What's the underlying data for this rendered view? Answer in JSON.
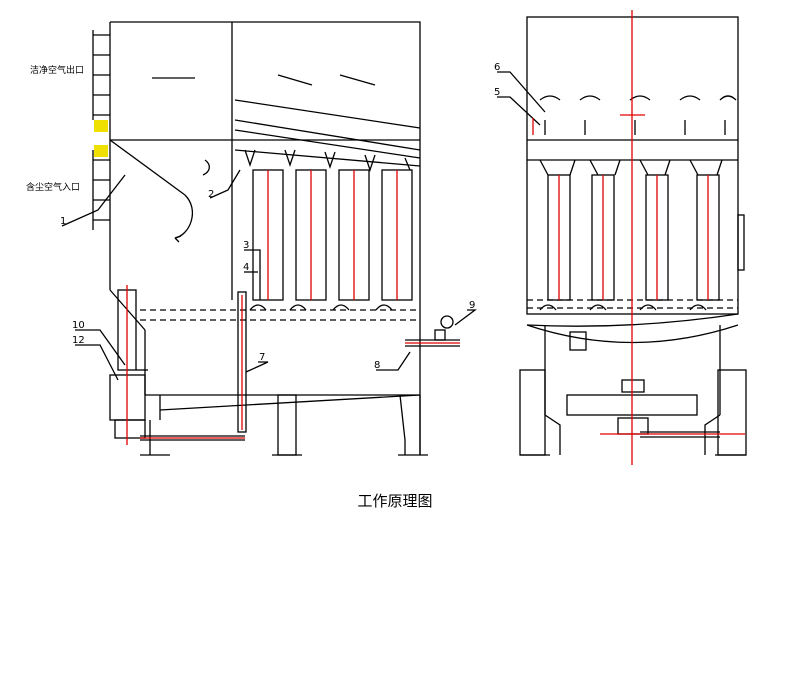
{
  "caption": "工作原理图",
  "labels": {
    "outlet": "洁净空气出口",
    "inlet": "含尘空气入口",
    "n1": "1",
    "n2": "2",
    "n3": "3",
    "n4": "4",
    "n5": "5",
    "n6": "6",
    "n7": "7",
    "n8": "8",
    "n9": "9",
    "n10": "10",
    "n12": "12"
  },
  "colors": {
    "line": "#000000",
    "axis": "#e00000",
    "marker": "#f0e000"
  }
}
